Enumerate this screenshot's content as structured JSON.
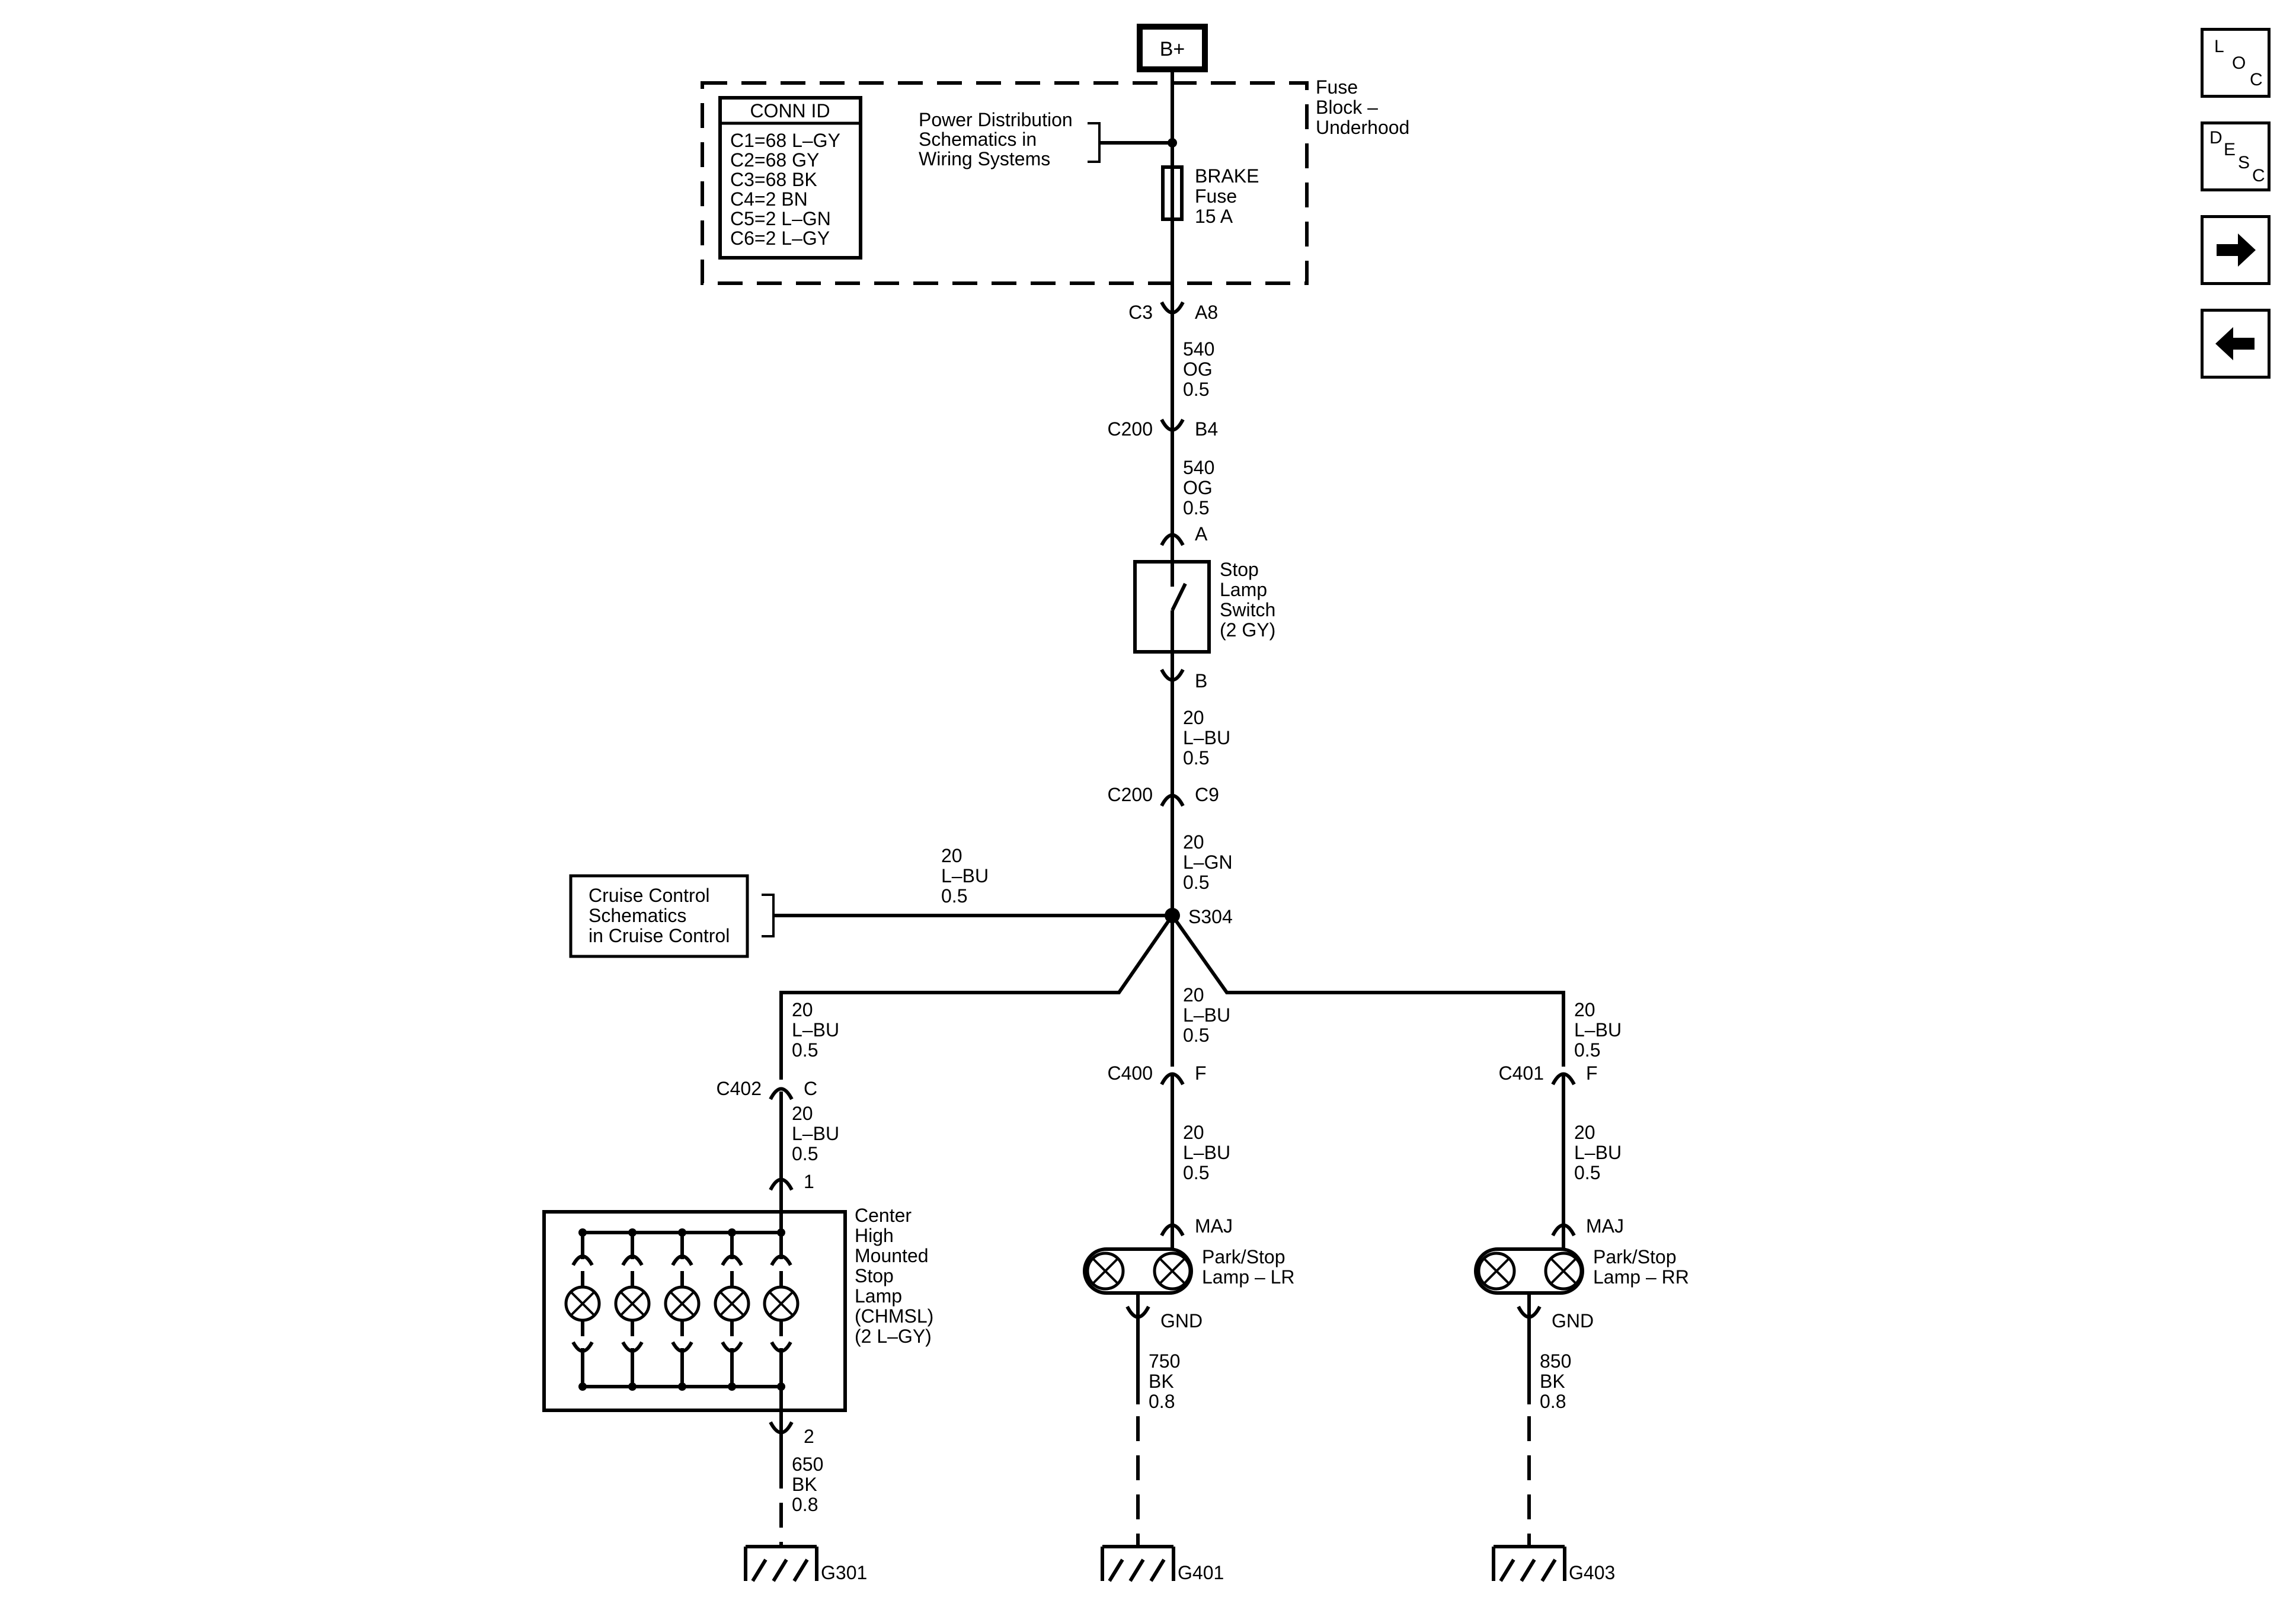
{
  "supply": {
    "label": "B+"
  },
  "fuse_block": {
    "name_l1": "Fuse",
    "name_l2": "Block –",
    "name_l3": "Underhood",
    "conn_id_title": "CONN ID",
    "conn_ids": [
      "C1=68 L–GY",
      "C2=68 GY",
      "C3=68 BK",
      "C4=2 BN",
      "C5=2 L–GN",
      "C6=2 L–GY"
    ],
    "ref_l1": "Power Distribution",
    "ref_l2": "Schematics in",
    "ref_l3": "Wiring Systems",
    "fuse_l1": "BRAKE",
    "fuse_l2": "Fuse",
    "fuse_l3": "15 A"
  },
  "connectors": {
    "c3": "C3",
    "a8": "A8",
    "c200_1": "C200",
    "b4": "B4",
    "a": "A",
    "b": "B",
    "c200_2": "C200",
    "c9": "C9",
    "c402": "C402",
    "c402_pin": "C",
    "c400": "C400",
    "c400_pin": "F",
    "c401": "C401",
    "c401_pin": "F",
    "chmsl_pin1": "1",
    "chmsl_pin2": "2",
    "lr_maj": "MAJ",
    "lr_gnd": "GND",
    "rr_maj": "MAJ",
    "rr_gnd": "GND"
  },
  "wires": {
    "w1": [
      "540",
      "OG",
      "0.5"
    ],
    "w2": [
      "540",
      "OG",
      "0.5"
    ],
    "w3": [
      "20",
      "L–BU",
      "0.5"
    ],
    "w4": [
      "20",
      "L–GN",
      "0.5"
    ],
    "cruise_wire": [
      "20",
      "L–BU",
      "0.5"
    ],
    "left1": [
      "20",
      "L–BU",
      "0.5"
    ],
    "left2": [
      "20",
      "L–BU",
      "0.5"
    ],
    "mid1": [
      "20",
      "L–BU",
      "0.5"
    ],
    "mid2": [
      "20",
      "L–BU",
      "0.5"
    ],
    "right1": [
      "20",
      "L–BU",
      "0.5"
    ],
    "right2": [
      "20",
      "L–BU",
      "0.5"
    ],
    "chmsl_gnd": [
      "650",
      "BK",
      "0.8"
    ],
    "lr_gnd": [
      "750",
      "BK",
      "0.8"
    ],
    "rr_gnd": [
      "850",
      "BK",
      "0.8"
    ]
  },
  "switch": {
    "l1": "Stop",
    "l2": "Lamp",
    "l3": "Switch",
    "l4": "(2 GY)"
  },
  "splice": "S304",
  "cruise": {
    "l1": "Cruise Control",
    "l2": "Schematics",
    "l3": "in Cruise Control"
  },
  "chmsl": {
    "l1": "Center",
    "l2": "High",
    "l3": "Mounted",
    "l4": "Stop",
    "l5": "Lamp",
    "l6": "(CHMSL)",
    "l7": "(2 L–GY)"
  },
  "lamp_lr": {
    "l1": "Park/Stop",
    "l2": "Lamp – LR"
  },
  "lamp_rr": {
    "l1": "Park/Stop",
    "l2": "Lamp – RR"
  },
  "grounds": {
    "g301": "G301",
    "g401": "G401",
    "g403": "G403"
  },
  "nav": {
    "loc": [
      "L",
      "O",
      "C"
    ],
    "desc": [
      "D",
      "E",
      "S",
      "C"
    ]
  }
}
